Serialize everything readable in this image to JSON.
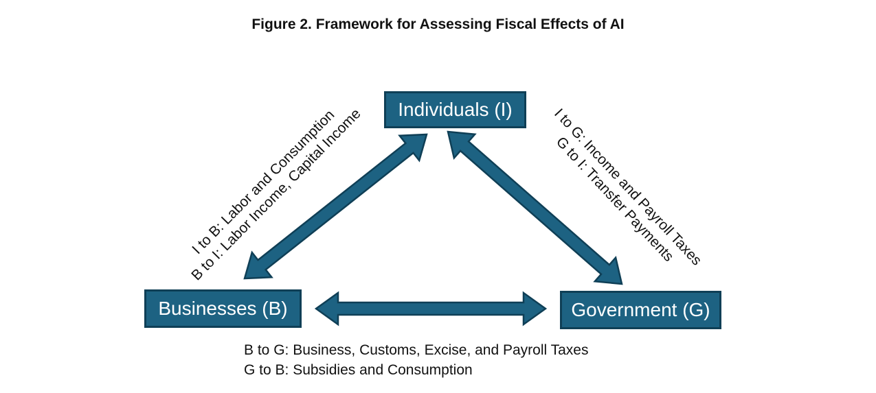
{
  "title": "Figure 2. Framework for Assessing Fiscal Effects of AI",
  "colors": {
    "box_fill": "#1d6282",
    "box_border": "#0f3f56",
    "box_text": "#ffffff",
    "arrow_fill": "#1d6282",
    "arrow_stroke": "#0f3f56"
  },
  "nodes": {
    "individuals": "Individuals (I)",
    "businesses": "Businesses (B)",
    "government": "Government (G)"
  },
  "flows": {
    "individuals_businesses": {
      "line1": "I to B: Labor and Consumption",
      "line2": "B to I: Labor Income, Capital Income"
    },
    "individuals_government": {
      "line1": "I to G: Income and Payroll Taxes",
      "line2": "G to I: Transfer Payments"
    },
    "businesses_government": {
      "line1": "B to G: Business, Customs, Excise, and Payroll Taxes",
      "line2": "G to B: Subsidies and Consumption"
    }
  },
  "arrow_icons": [
    "double-headed-arrow-icon"
  ]
}
